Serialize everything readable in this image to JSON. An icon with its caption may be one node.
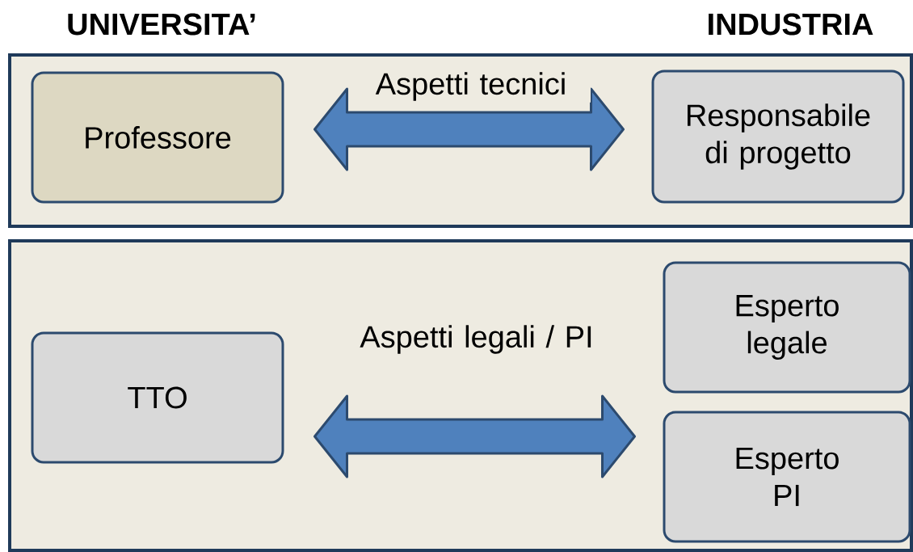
{
  "diagram": {
    "nodes": [
      {
        "text": [],
        "shape": "box"
      },
      {
        "text": [
          "Professore"
        ],
        "in": 0
      },
      {
        "text": [
          "Responsabile di progetto"
        ],
        "in": 0
      },
      {
        "text": [],
        "shape": "box"
      },
      {
        "text": [
          "TTO"
        ],
        "in": 3
      },
      {
        "text": [
          "Esperto legale"
        ],
        "in": 3
      },
      {
        "text": [
          "Esperto PI"
        ],
        "in": 3
      }
    ],
    "edges": [
      {
        "from": 1,
        "to": 2,
        "arrow": "both",
        "label": "Aspetti tecnici"
      },
      {
        "from": 4,
        "to": 6,
        "arrow": "both",
        "label": "Aspetti legali / PI"
      }
    ],
    "labels": [
      "UNIVERSITA’",
      "INDUSTRIA"
    ]
  }
}
